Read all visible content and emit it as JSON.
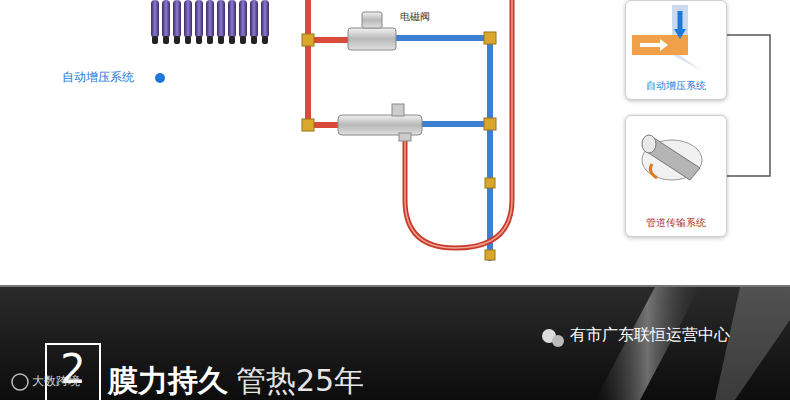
{
  "diagram": {
    "nodes": [
      {
        "text": [
          "自动增压系统"
        ]
      },
      {
        "text": [
          "管道传输系统"
        ]
      },
      {
        "text": [
          "2"
        ]
      }
    ],
    "edges": [
      {
        "from": 0,
        "to": 1,
        "arrow": "none"
      }
    ],
    "labels": [
      "电磁阀",
      "自动增压系统",
      "膜力持久",
      "管热25年",
      "大数跨境",
      "有市广东联恒运营中心"
    ]
  }
}
